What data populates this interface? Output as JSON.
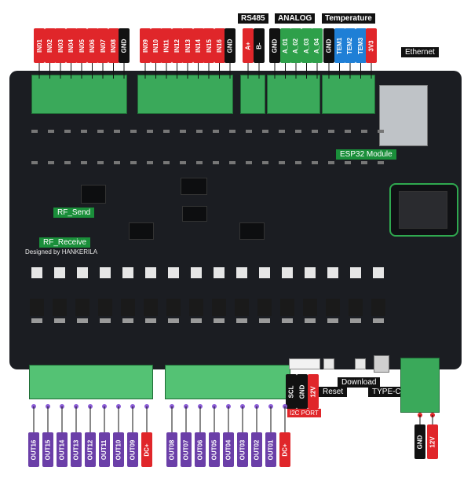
{
  "headers": {
    "rs485": "RS485",
    "analog": "ANALOG",
    "temperature": "Temperature"
  },
  "inputs_a": [
    "IN01",
    "IN02",
    "IN03",
    "IN04",
    "IN05",
    "IN06",
    "IN07",
    "IN08",
    "GND"
  ],
  "inputs_b": [
    "IN09",
    "IN10",
    "IN11",
    "IN12",
    "IN13",
    "IN14",
    "IN15",
    "IN16",
    "GND"
  ],
  "rs485_pins": [
    "A+",
    "B-"
  ],
  "analog_pins": [
    "GND",
    "A_01",
    "A_02",
    "A_03",
    "A_04"
  ],
  "temp_pins": [
    "GND",
    "TEM1",
    "TEM2",
    "TEM3",
    "3V3"
  ],
  "outputs_a": [
    "OUT16",
    "OUT15",
    "OUT14",
    "OUT13",
    "OUT12",
    "OUT11",
    "OUT10",
    "OUT09",
    "DC+"
  ],
  "outputs_b": [
    "OUT08",
    "OUT07",
    "OUT06",
    "OUT05",
    "OUT04",
    "OUT03",
    "OUT02",
    "OUT01",
    "DC+"
  ],
  "i2c_pins": [
    "SCL",
    "GND",
    "12V"
  ],
  "power_pins": [
    "GND",
    "12V"
  ],
  "labels": {
    "ethernet": "Ethernet",
    "esp32": "ESP32 Module",
    "rf_send": "RF_Send",
    "rf_receive": "RF_Receive",
    "designed_by": "Designed by  HANKERILA",
    "i2c_port": "I2C PORT",
    "reset": "Reset",
    "download": "Download",
    "typec": "TYPE-C"
  },
  "colors": {
    "pcb": "#1b1d22",
    "terminal": "#3aa95a",
    "red_label": "#e0262a",
    "blue_label": "#1f7fd6",
    "green_label": "#2ea04a",
    "purple_label": "#6b3fa8"
  }
}
